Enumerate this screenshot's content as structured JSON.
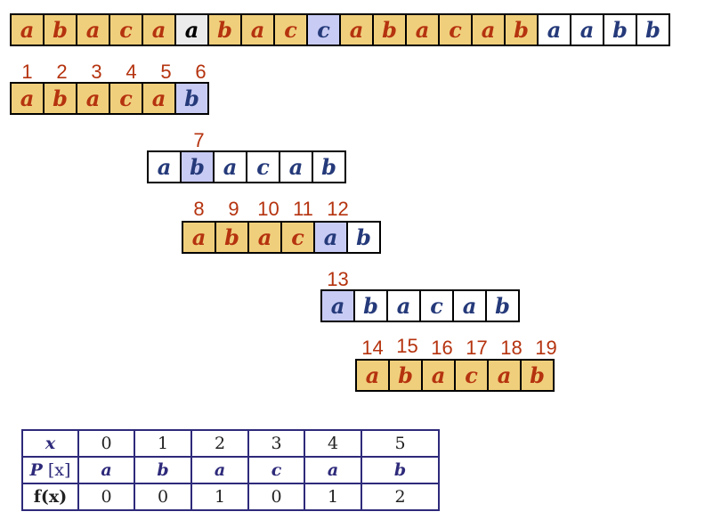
{
  "text": [
    "a",
    "b",
    "a",
    "c",
    "a",
    "a",
    "b",
    "a",
    "c",
    "c",
    "a",
    "b",
    "a",
    "c",
    "a",
    "b",
    "a",
    "a",
    "b",
    "b"
  ],
  "text_styles": [
    "match",
    "match",
    "match",
    "match",
    "match",
    "cursor",
    "match",
    "match",
    "match",
    "mismatch",
    "match",
    "match",
    "match",
    "match",
    "match",
    "match",
    "plain",
    "plain",
    "plain",
    "plain"
  ],
  "attempts": [
    {
      "chars": [
        "a",
        "b",
        "a",
        "c",
        "a",
        "b"
      ],
      "styles": [
        "match",
        "match",
        "match",
        "match",
        "match",
        "mismatch"
      ],
      "steps": [
        "1",
        "2",
        "3",
        "4",
        "5",
        "6"
      ]
    },
    {
      "chars": [
        "a",
        "b",
        "a",
        "c",
        "a",
        "b"
      ],
      "styles": [
        "plain",
        "mismatch",
        "plain",
        "plain",
        "plain",
        "plain"
      ],
      "steps": [
        "",
        "7",
        "",
        "",
        "",
        ""
      ]
    },
    {
      "chars": [
        "a",
        "b",
        "a",
        "c",
        "a",
        "b"
      ],
      "styles": [
        "match",
        "match",
        "match",
        "match",
        "mismatch",
        "plain"
      ],
      "steps": [
        "8",
        "9",
        "10",
        "11",
        "12",
        ""
      ]
    },
    {
      "chars": [
        "a",
        "b",
        "a",
        "c",
        "a",
        "b"
      ],
      "styles": [
        "mismatch",
        "plain",
        "plain",
        "plain",
        "plain",
        "plain"
      ],
      "steps": [
        "13",
        "",
        "",
        "",
        "",
        ""
      ]
    },
    {
      "chars": [
        "a",
        "b",
        "a",
        "c",
        "a",
        "b"
      ],
      "styles": [
        "match",
        "match",
        "match",
        "match",
        "match",
        "match"
      ],
      "steps": [
        "14",
        "15",
        "16",
        "17",
        "18",
        "19"
      ]
    }
  ],
  "table": {
    "x_label": "x",
    "p_label_bold": "P",
    "p_label_rest": " [x]",
    "f_label": "f(x)",
    "x": [
      "0",
      "1",
      "2",
      "3",
      "4",
      "5"
    ],
    "p": [
      "a",
      "b",
      "a",
      "c",
      "a",
      "b"
    ],
    "f": [
      "0",
      "0",
      "1",
      "0",
      "1",
      "2"
    ]
  },
  "colors": {
    "match": "#f0cf7c",
    "mismatch": "#c8cbf4",
    "cursor": "#ebebeb",
    "step_number": "#b5330f",
    "pattern_char": "#253a7a"
  }
}
